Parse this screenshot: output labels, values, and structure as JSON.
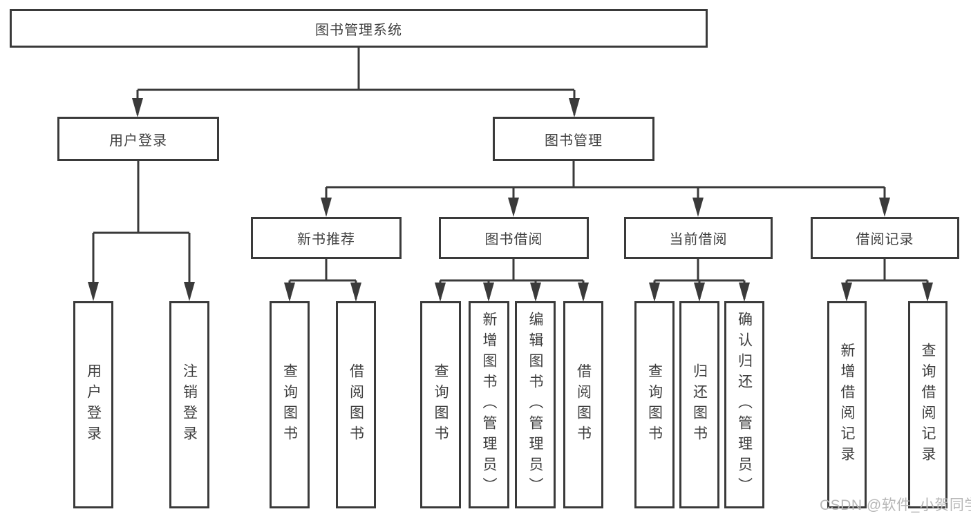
{
  "colors": {
    "line": "#3a3a3a",
    "box_border": "#3a3a3a",
    "text": "#3f3f3f",
    "watermark": "#b7b7b7",
    "background": "#ffffff"
  },
  "tree": {
    "root": {
      "label": "图书管理系统"
    },
    "level2": {
      "user_login": {
        "label": "用户登录"
      },
      "book_management": {
        "label": "图书管理"
      }
    },
    "level3": {
      "new_book_recommendation": {
        "label": "新书推荐"
      },
      "book_borrowing": {
        "label": "图书借阅"
      },
      "current_borrowing": {
        "label": "当前借阅"
      },
      "borrowing_records": {
        "label": "借阅记录"
      }
    },
    "leaves": {
      "user_login": {
        "label": "用户登录"
      },
      "logout": {
        "label": "注销登录"
      },
      "recommend_query_books": {
        "label": "查询图书"
      },
      "recommend_borrow_books": {
        "label": "借阅图书"
      },
      "borrow_query_books": {
        "label": "查询图书"
      },
      "borrow_add_books": {
        "label": "新增图书（管理员）"
      },
      "borrow_edit_books": {
        "label": "编辑图书（管理员）"
      },
      "borrow_borrow_books": {
        "label": "借阅图书"
      },
      "current_query_books": {
        "label": "查询图书"
      },
      "current_return_books": {
        "label": "归还图书"
      },
      "current_confirm_return": {
        "label": "确认归还（管理员）"
      },
      "records_add_record": {
        "label": "新增借阅记录"
      },
      "records_query_record": {
        "label": "查询借阅记录"
      }
    }
  },
  "watermark": {
    "text": "CSDN @软件_小贺同学"
  }
}
